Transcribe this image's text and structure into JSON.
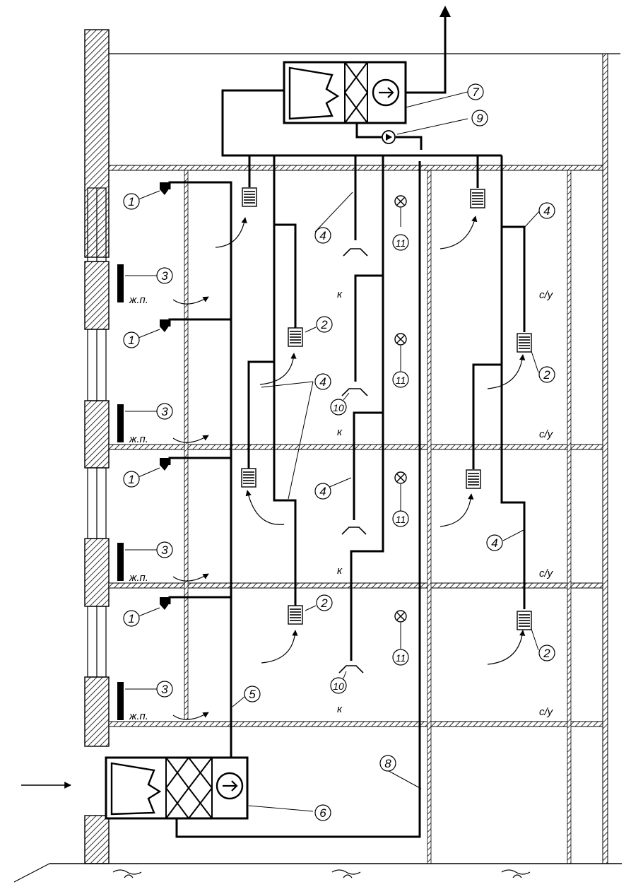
{
  "callouts": {
    "c1": "1",
    "c2": "2",
    "c3": "3",
    "c4": "4",
    "c5": "5",
    "c6": "6",
    "c7": "7",
    "c8": "8",
    "c9": "9",
    "c10": "10",
    "c11": "11"
  },
  "rooms": {
    "living": "ж.п.",
    "kitchen": "к",
    "bathroom": "с/у"
  },
  "colors": {
    "line": "#000000",
    "background": "#ffffff"
  }
}
